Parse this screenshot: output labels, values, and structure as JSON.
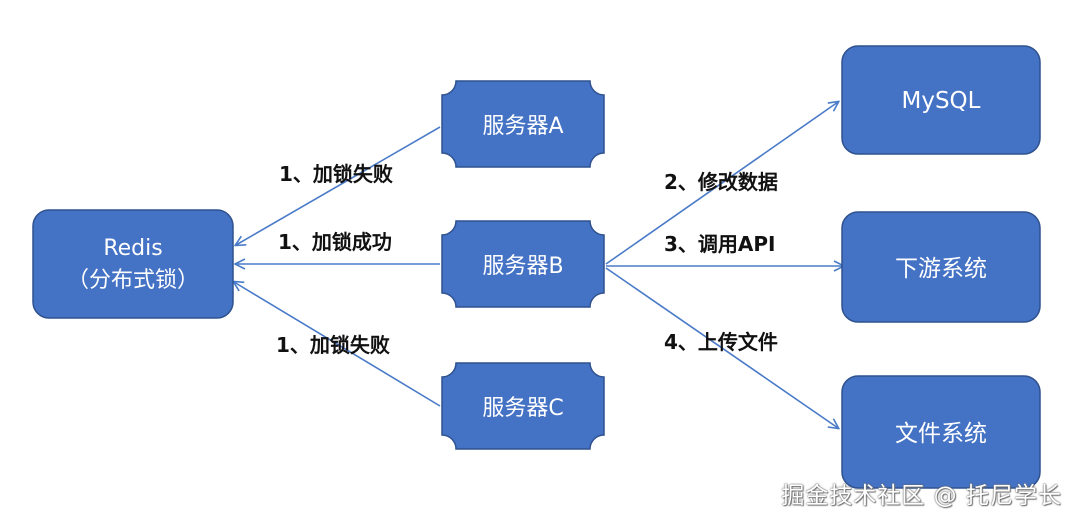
{
  "colors": {
    "box_fill": "#4472c4",
    "box_stroke": "#2f528f",
    "arrow": "#4a7bc8",
    "box_text": "#ffffff",
    "edge_text": "#111111"
  },
  "nodes": {
    "redis": {
      "line1": "Redis",
      "line2": "（分布式锁）"
    },
    "server_a": {
      "label": "服务器A"
    },
    "server_b": {
      "label": "服务器B"
    },
    "server_c": {
      "label": "服务器C"
    },
    "mysql": {
      "label": "MySQL"
    },
    "downstream": {
      "label": "下游系统"
    },
    "file_system": {
      "label": "文件系统"
    }
  },
  "edges": {
    "lock_fail_a": "1、加锁失败",
    "lock_success_b": "1、加锁成功",
    "lock_fail_c": "1、加锁失败",
    "modify_data": "2、修改数据",
    "call_api": "3、调用API",
    "upload_file": "4、上传文件"
  },
  "watermark": "掘金技术社区 @ 托尼学长"
}
